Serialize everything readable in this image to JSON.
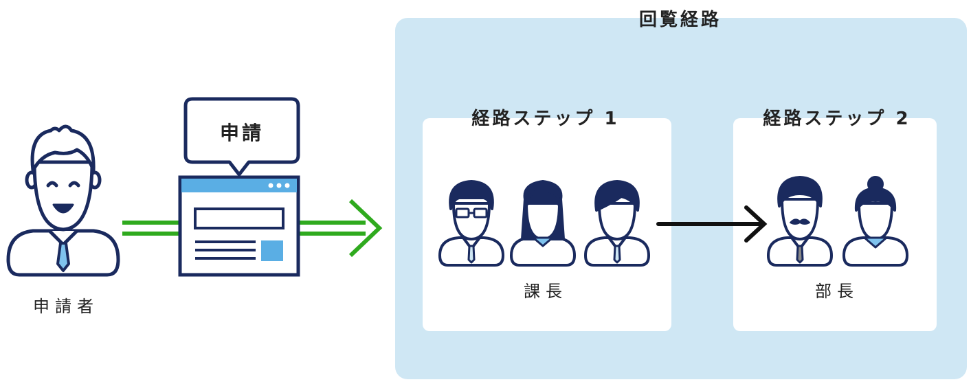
{
  "applicant": {
    "label": "申請者",
    "icon": "applicant-person-icon"
  },
  "application": {
    "label": "申請",
    "icon": "application-document-icon"
  },
  "route": {
    "title": "回覧経路",
    "steps": [
      {
        "title": "経路ステップ 1",
        "role": "課長",
        "members": [
          "man-glasses-icon",
          "woman-long-hair-icon",
          "man-icon"
        ]
      },
      {
        "title": "経路ステップ 2",
        "role": "部長",
        "members": [
          "man-mustache-icon",
          "woman-bun-icon"
        ]
      }
    ]
  },
  "colors": {
    "navy": "#1a2a5e",
    "route_bg": "#cfe7f4",
    "step_bg": "#ffffff",
    "green_arrow": "#2faa1e",
    "accent_blue": "#5aaee4",
    "tie_blue": "#7fc3ee",
    "gray_tie": "#888888"
  }
}
